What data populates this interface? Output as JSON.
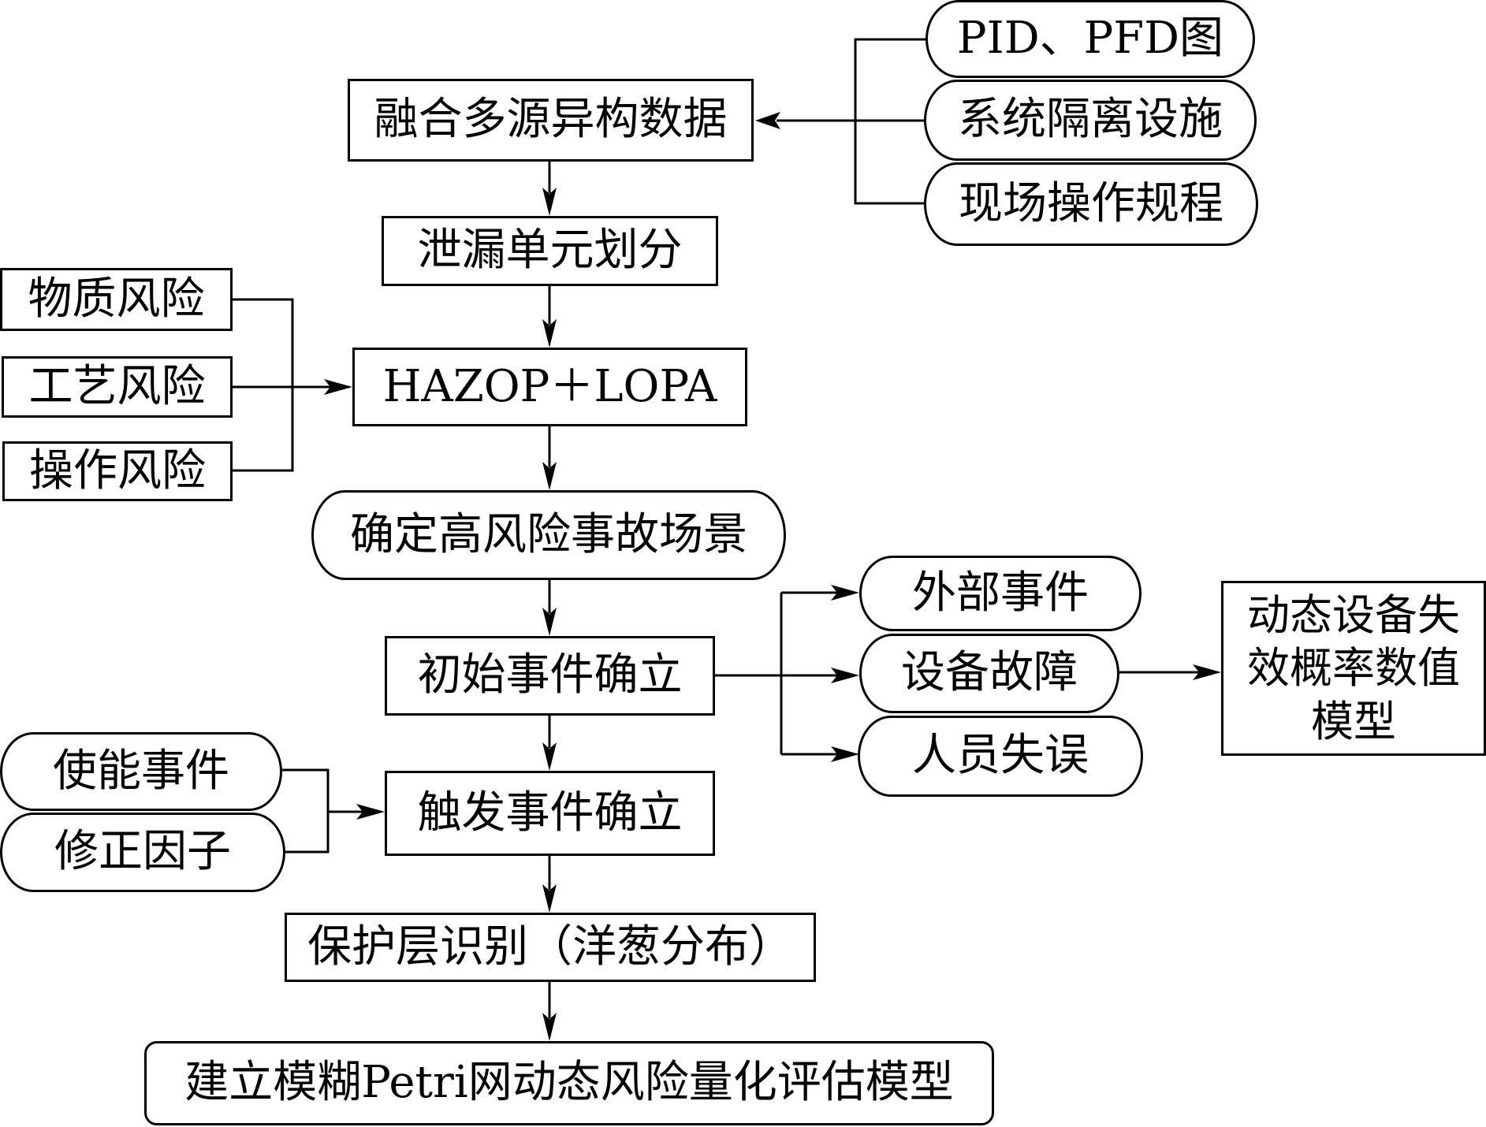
{
  "diagram": {
    "type": "flowchart",
    "nodes": {
      "fuse_data": "融合多源异构数据",
      "pid_pfd": "PID、PFD图",
      "isolation": "系统隔离设施",
      "procedures": "现场操作规程",
      "leak_unit": "泄漏单元划分",
      "material_risk": "物质风险",
      "process_risk": "工艺风险",
      "operation_risk": "操作风险",
      "hazop_lopa": "HAZOP＋LOPA",
      "high_risk_scenario": "确定高风险事故场景",
      "initiating_event": "初始事件确立",
      "external_event": "外部事件",
      "equipment_failure": "设备故障",
      "human_error": "人员失误",
      "failure_model": "动态设备失效概率数值模型",
      "enabling_event": "使能事件",
      "correction_factor": "修正因子",
      "trigger_event": "触发事件确立",
      "protection_layer": "保护层识别（洋葱分布）",
      "final_model": "建立模糊Petri网动态风险量化评估模型"
    },
    "edges": [
      [
        "pid_pfd",
        "fuse_data"
      ],
      [
        "isolation",
        "fuse_data"
      ],
      [
        "procedures",
        "fuse_data"
      ],
      [
        "fuse_data",
        "leak_unit"
      ],
      [
        "leak_unit",
        "hazop_lopa"
      ],
      [
        "material_risk",
        "hazop_lopa"
      ],
      [
        "process_risk",
        "hazop_lopa"
      ],
      [
        "operation_risk",
        "hazop_lopa"
      ],
      [
        "hazop_lopa",
        "high_risk_scenario"
      ],
      [
        "high_risk_scenario",
        "initiating_event"
      ],
      [
        "initiating_event",
        "external_event"
      ],
      [
        "initiating_event",
        "equipment_failure"
      ],
      [
        "initiating_event",
        "human_error"
      ],
      [
        "equipment_failure",
        "failure_model"
      ],
      [
        "initiating_event",
        "trigger_event"
      ],
      [
        "enabling_event",
        "trigger_event"
      ],
      [
        "correction_factor",
        "trigger_event"
      ],
      [
        "trigger_event",
        "protection_layer"
      ],
      [
        "protection_layer",
        "final_model"
      ]
    ]
  }
}
